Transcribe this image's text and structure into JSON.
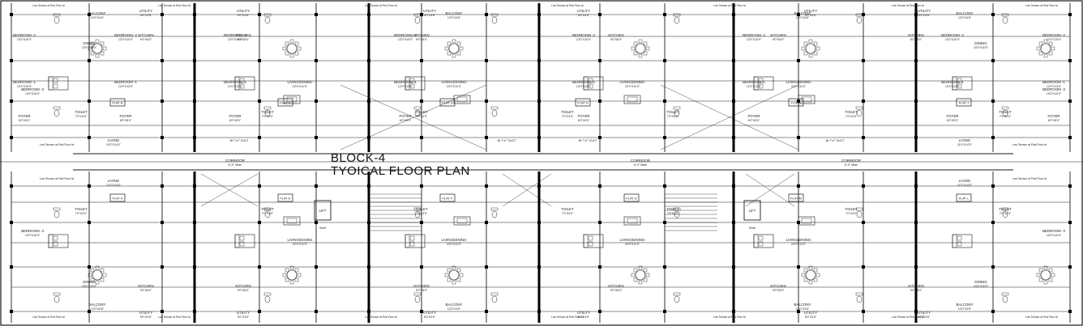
{
  "title": {
    "line1": "BLOCK-4",
    "line2": "TYOICAL FLOOR PLAN"
  },
  "colors": {
    "line": "#1a1a1a",
    "wall": "#000000",
    "text": "#222222",
    "background": "#ffffff"
  },
  "labels": {
    "corridor": "CORRIDOR",
    "corridor_dim": "6'-0\" Wide",
    "lift": "LIFT",
    "shaft": "Shaft",
    "duct": "3ft 7\"x7\" DUCT",
    "low_terrace": "Low Terrace at First Floor lvl",
    "low_terrace_short": "Low Terrace at First Floor lvl",
    "balcony": "BALCONY",
    "utility": "UTILITY",
    "kitchen": "KITCHEN",
    "toilet": "TOILET",
    "dining": "DINING",
    "living": "LIVING",
    "living_dining": "LIVING/DINING",
    "bedroom1": "BEDROOM -1",
    "bedroom2": "BEDROOM -2",
    "bedroom3": "BEDROOM -3",
    "foyer": "FOYER"
  },
  "dims": {
    "balcony": "12'0\"X4'6\"",
    "utility": "5'0\"X3'6\"",
    "kitchen": "9'0\"X8'0\"",
    "toilet": "7'0\"X4'0\"",
    "dining": "10'0\"X10'0\"",
    "living": "11'0\"X14'0\"",
    "living_dining": "22'0\"X11'0\"",
    "bedroom1": "12'0\"X13'0\"",
    "bedroom2": "12'0\"X10'0\"",
    "bedroom3": "10'0\"X10'0\"",
    "foyer": "6'0\"X5'0\""
  },
  "flats_top": [
    "FLAT B",
    "FLAT C",
    "FLAT D",
    "FLAT H",
    "FLAT I",
    "FLAT J"
  ],
  "flats_bottom": [
    "FLAT A",
    "FLAT E",
    "FLAT F",
    "FLAT G",
    "FLAT M",
    "FLAT L"
  ]
}
